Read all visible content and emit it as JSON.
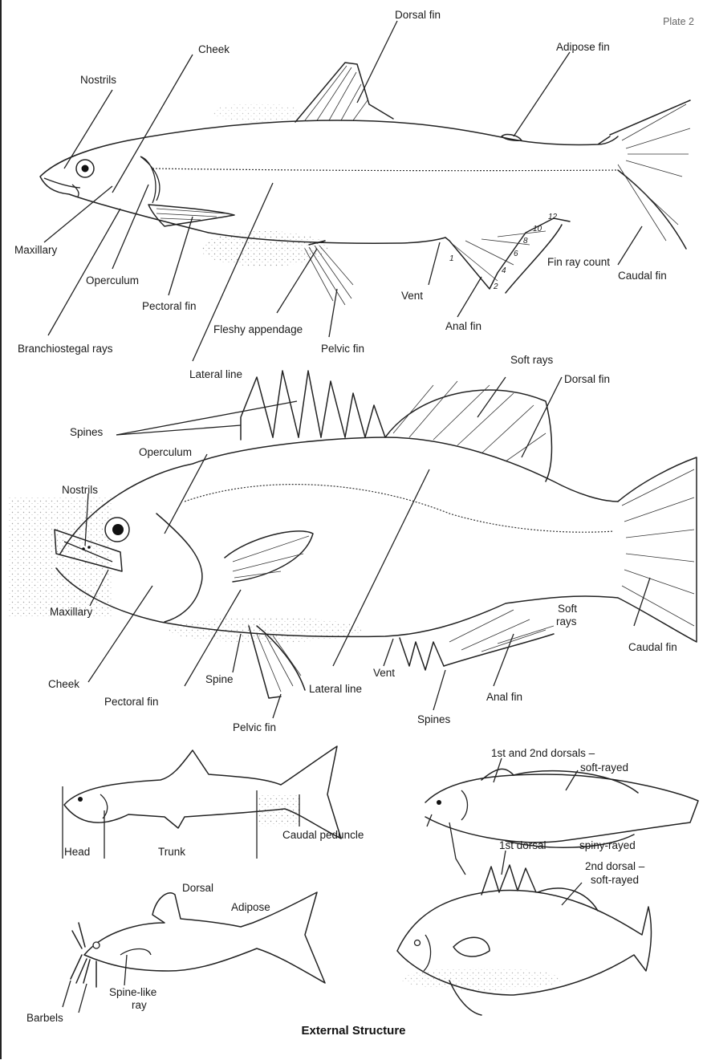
{
  "plate": "Plate 2",
  "caption": "External Structure",
  "fig1": {
    "dorsal_fin": "Dorsal fin",
    "adipose_fin": "Adipose fin",
    "cheek": "Cheek",
    "nostrils": "Nostrils",
    "maxillary": "Maxillary",
    "operculum": "Operculum",
    "pectoral_fin": "Pectoral fin",
    "branchiostegal_rays": "Branchiostegal rays",
    "lateral_line": "Lateral line",
    "fleshy_appendage": "Fleshy appendage",
    "pelvic_fin": "Pelvic fin",
    "vent": "Vent",
    "anal_fin": "Anal fin",
    "fin_ray_count": "Fin ray count",
    "caudal_fin": "Caudal fin",
    "ray_numbers": [
      "1",
      "2",
      "4",
      "6",
      "8",
      "10",
      "12"
    ]
  },
  "fig2": {
    "soft_rays_top": "Soft rays",
    "dorsal_fin": "Dorsal fin",
    "spines_top": "Spines",
    "operculum": "Operculum",
    "nostrils": "Nostrils",
    "maxillary": "Maxillary",
    "cheek": "Cheek",
    "pectoral_fin": "Pectoral fin",
    "spine": "Spine",
    "pelvic_fin": "Pelvic fin",
    "lateral_line": "Lateral line",
    "vent": "Vent",
    "spines_bottom": "Spines",
    "anal_fin": "Anal fin",
    "soft_rays_anal_1": "Soft",
    "soft_rays_anal_2": "rays",
    "caudal_fin": "Caudal fin"
  },
  "fig3": {
    "head": "Head",
    "trunk": "Trunk",
    "caudal_peduncle": "Caudal peduncle"
  },
  "fig4": {
    "dorsals_line1": "1st and 2nd dorsals –",
    "dorsals_line2": "soft-rayed"
  },
  "fig5": {
    "dorsal": "Dorsal",
    "adipose": "Adipose",
    "barbels": "Barbels",
    "spine_like_1": "Spine-like",
    "spine_like_2": "ray"
  },
  "fig6": {
    "first_dorsal": "1st dorsal",
    "spiny_rayed": "spiny-rayed",
    "second_dorsal_1": "2nd dorsal –",
    "second_dorsal_2": "soft-rayed"
  }
}
